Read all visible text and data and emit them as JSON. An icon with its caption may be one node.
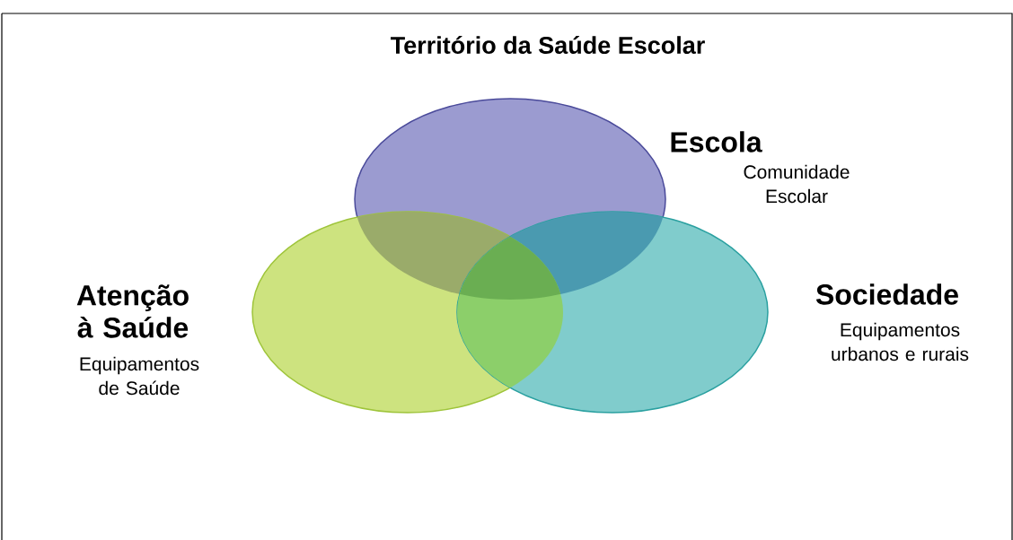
{
  "diagram": {
    "title": "Território da Saúde Escolar",
    "nodes": [
      {
        "text": [
          "Escola",
          "Comunidade Escolar"
        ]
      },
      {
        "text": [
          "Atenção à Saúde",
          "Equipamentos de Saúde"
        ]
      },
      {
        "text": [
          "Sociedade",
          "Equipamentos urbanos e rurais"
        ]
      }
    ]
  }
}
